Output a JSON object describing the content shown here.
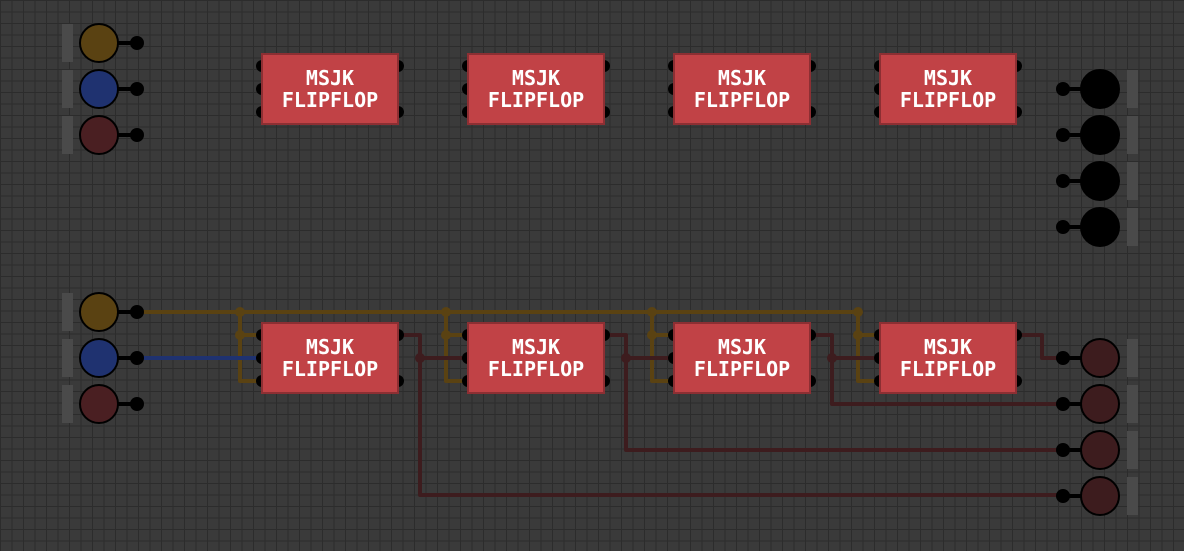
{
  "colors": {
    "background": "#3a3a3a",
    "grid": "#2c2c2c",
    "chip": "#c14246",
    "chip_border": "#8c2f33",
    "pin": "#000000",
    "wire_clock": "#5a4212",
    "wire_blue": "#1f3270",
    "wire_red": "#3d1c1e",
    "input_yellow": "#5a4212",
    "input_blue": "#1f3270",
    "input_red": "#4a1f22",
    "output_off": "#000000",
    "output_red": "#3d1c1e",
    "handle": "#4a4a4a"
  },
  "chips": [
    {
      "label_line1": "MSJK",
      "label_line2": "FLIPFLOP"
    },
    {
      "label_line1": "MSJK",
      "label_line2": "FLIPFLOP"
    },
    {
      "label_line1": "MSJK",
      "label_line2": "FLIPFLOP"
    },
    {
      "label_line1": "MSJK",
      "label_line2": "FLIPFLOP"
    },
    {
      "label_line1": "MSJK",
      "label_line2": "FLIPFLOP"
    },
    {
      "label_line1": "MSJK",
      "label_line2": "FLIPFLOP"
    },
    {
      "label_line1": "MSJK",
      "label_line2": "FLIPFLOP"
    },
    {
      "label_line1": "MSJK",
      "label_line2": "FLIPFLOP"
    }
  ],
  "top_inputs": [
    {
      "color": "input_yellow",
      "state": "on"
    },
    {
      "color": "input_blue",
      "state": "on"
    },
    {
      "color": "input_red",
      "state": "on"
    }
  ],
  "top_outputs": [
    {
      "state": "off"
    },
    {
      "state": "off"
    },
    {
      "state": "off"
    },
    {
      "state": "off"
    }
  ],
  "bottom_inputs": [
    {
      "color": "input_yellow",
      "state": "on"
    },
    {
      "color": "input_blue",
      "state": "on"
    },
    {
      "color": "input_red",
      "state": "on"
    }
  ],
  "bottom_outputs": [
    {
      "state": "red"
    },
    {
      "state": "red"
    },
    {
      "state": "red"
    },
    {
      "state": "red"
    }
  ]
}
